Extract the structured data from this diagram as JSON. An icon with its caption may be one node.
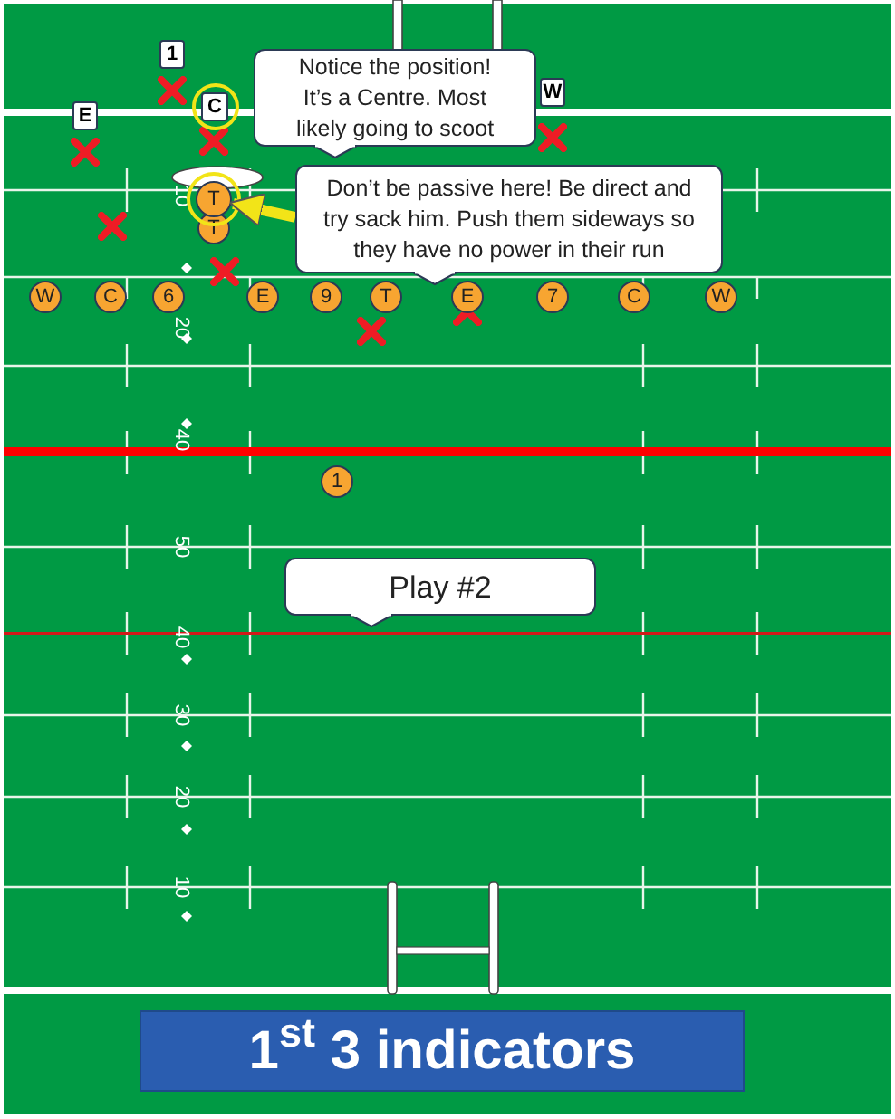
{
  "diagram": {
    "title": "1$^{st}$ 3 indicators",
    "nodes": [
      {
        "text": [
          "1"
        ]
      },
      {
        "text": [
          "Notice the position! It’s a Centre. Most likely going to scoot"
        ]
      },
      {
        "text": [
          "W"
        ]
      },
      {
        "text": [
          "C"
        ]
      },
      {
        "text": [
          "E"
        ]
      },
      {
        "text": [
          "Don’t be passive here! Be direct and try sack him. Push them sideways so they have no power in their run"
        ]
      },
      {
        "text": [
          "T"
        ]
      },
      {
        "text": [
          "T"
        ]
      },
      {
        "text": [
          "W"
        ]
      },
      {
        "text": [
          "C"
        ]
      },
      {
        "text": [
          "6"
        ]
      },
      {
        "text": [
          "E"
        ]
      },
      {
        "text": [
          "9"
        ]
      },
      {
        "text": [
          "T"
        ]
      },
      {
        "text": [
          "E"
        ]
      },
      {
        "text": [
          "7"
        ]
      },
      {
        "text": [
          "C"
        ]
      },
      {
        "text": [
          "W"
        ]
      },
      {
        "text": [
          "1"
        ]
      },
      {
        "text": [
          "Play #2"
        ]
      }
    ],
    "edges": [
      {
        "from": 5,
        "to": 6,
        "arrow": "to",
        "color": "#f2e418"
      }
    ],
    "labels": [
      "10",
      "20",
      "40",
      "50",
      "40",
      "30",
      "20",
      "10"
    ]
  }
}
